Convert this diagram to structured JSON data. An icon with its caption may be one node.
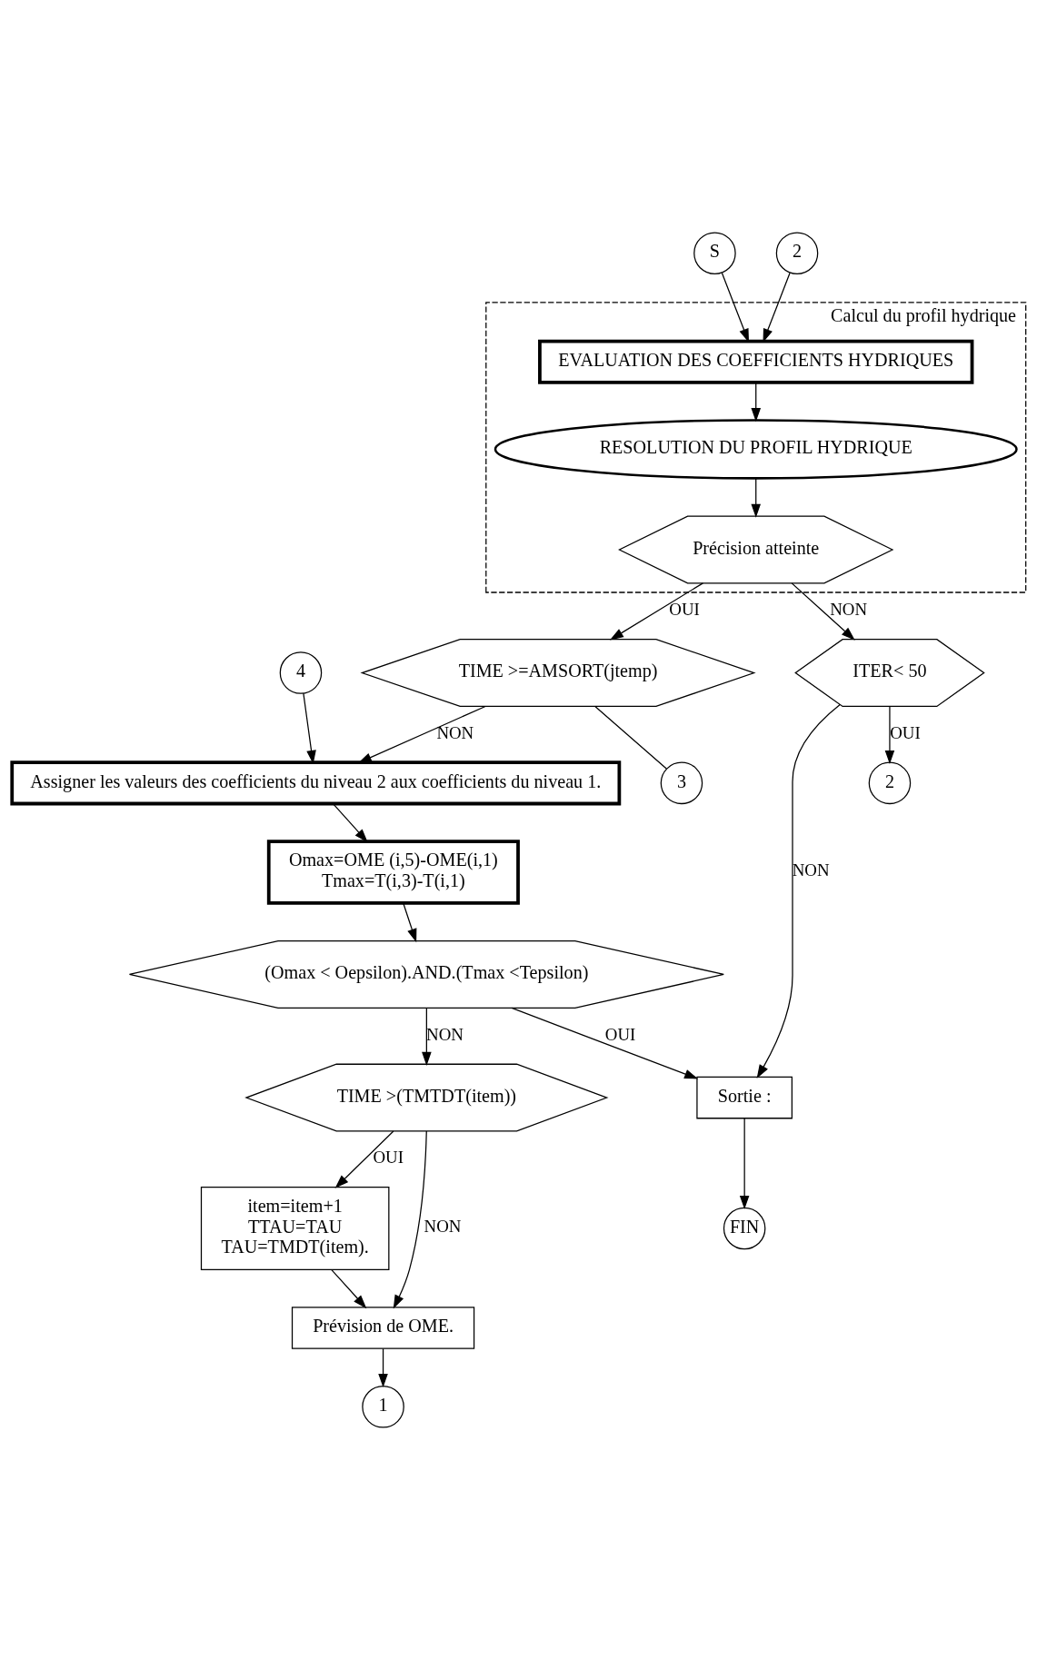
{
  "diagram": {
    "nodes": [
      {
        "text": [
          "Calcul du profil hydrique"
        ]
      },
      {
        "text": [
          "S"
        ]
      },
      {
        "text": [
          "2"
        ]
      },
      {
        "text": [
          "EVALUATION DES COEFFICIENTS HYDRIQUES"
        ],
        "in": 0
      },
      {
        "text": [
          "RESOLUTION DU PROFIL HYDRIQUE"
        ],
        "in": 0
      },
      {
        "text": [
          "Précision atteinte"
        ],
        "in": 0
      },
      {
        "text": [
          "TIME >=AMSORT(jtemp)"
        ]
      },
      {
        "text": [
          "3"
        ]
      },
      {
        "text": [
          "ITER< 50"
        ]
      },
      {
        "text": [
          "2"
        ]
      },
      {
        "text": [
          "4"
        ]
      },
      {
        "text": [
          "Assigner les valeurs des coefficients du niveau 2 aux coefficients du niveau 1."
        ]
      },
      {
        "text": [
          "Sortie :"
        ]
      },
      {
        "text": [
          "Omax=OME (i,5)-OME(i,1)",
          "Tmax=T(i,3)-T(i,1)"
        ]
      },
      {
        "text": [
          "FIN"
        ]
      },
      {
        "text": [
          "(Omax < Oepsilon).AND.(Tmax <Tepsilon)"
        ]
      },
      {
        "text": [
          "TIME >(TMTDT(item))"
        ]
      },
      {
        "text": [
          "item=item+1",
          "TTAU=TAU",
          "TAU=TMDT(item)."
        ]
      },
      {
        "text": [
          "Prévision de OME."
        ]
      },
      {
        "text": [
          "1"
        ]
      }
    ],
    "edges": [
      {
        "from": 1,
        "to": 3,
        "arrow": "to"
      },
      {
        "from": 2,
        "to": 3,
        "arrow": "to"
      },
      {
        "from": 3,
        "to": 4,
        "arrow": "to"
      },
      {
        "from": 4,
        "to": 5,
        "arrow": "to"
      },
      {
        "from": 5,
        "to": 6,
        "arrow": "to",
        "label": "OUI"
      },
      {
        "from": 5,
        "to": 8,
        "arrow": "to",
        "label": "NON"
      },
      {
        "from": 6,
        "to": 7,
        "arrow": "none"
      },
      {
        "from": 6,
        "to": 11,
        "arrow": "to",
        "label": "NON"
      },
      {
        "from": 8,
        "to": 9,
        "arrow": "to",
        "label": "OUI"
      },
      {
        "from": 8,
        "to": 12,
        "arrow": "to",
        "label": "NON"
      },
      {
        "from": 10,
        "to": 11,
        "arrow": "to"
      },
      {
        "from": 11,
        "to": 13,
        "arrow": "to"
      },
      {
        "from": 12,
        "to": 14,
        "arrow": "to"
      },
      {
        "from": 13,
        "to": 15,
        "arrow": "to"
      },
      {
        "from": 15,
        "to": 12,
        "arrow": "to",
        "label": "OUI"
      },
      {
        "from": 15,
        "to": 16,
        "arrow": "to",
        "label": "NON"
      },
      {
        "from": 16,
        "to": 17,
        "arrow": "to",
        "label": "OUI"
      },
      {
        "from": 16,
        "to": 18,
        "arrow": "to",
        "label": "NON"
      },
      {
        "from": 17,
        "to": 18,
        "arrow": "to"
      },
      {
        "from": 18,
        "to": 19,
        "arrow": "to"
      }
    ]
  }
}
